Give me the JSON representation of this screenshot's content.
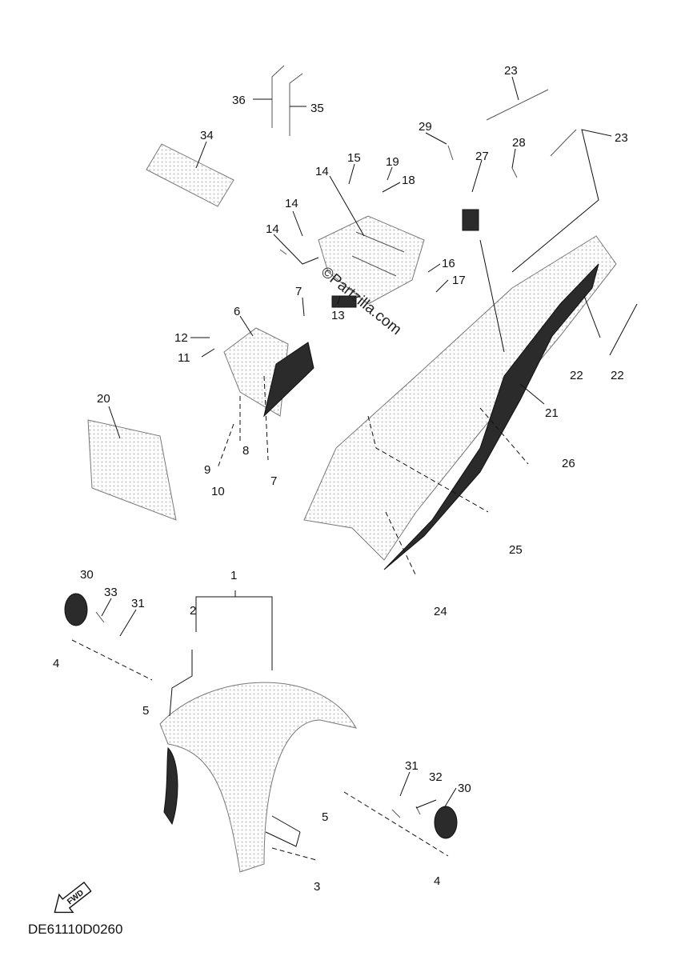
{
  "diagram": {
    "code": "DE61110D0260",
    "watermark": "©Partzilla.com",
    "fwd_label": "FWD",
    "callouts": {
      "c1": "1",
      "c2": "2",
      "c3": "3",
      "c4a": "4",
      "c4b": "4",
      "c5a": "5",
      "c5b": "5",
      "c6": "6",
      "c7a": "7",
      "c7b": "7",
      "c8": "8",
      "c9": "9",
      "c10": "10",
      "c11": "11",
      "c12": "12",
      "c13": "13",
      "c14a": "14",
      "c14b": "14",
      "c14c": "14",
      "c15": "15",
      "c16": "16",
      "c17": "17",
      "c18": "18",
      "c19": "19",
      "c20": "20",
      "c21": "21",
      "c22a": "22",
      "c22b": "22",
      "c23a": "23",
      "c23b": "23",
      "c24": "24",
      "c25": "25",
      "c26": "26",
      "c27": "27",
      "c28": "28",
      "c29": "29",
      "c30a": "30",
      "c30b": "30",
      "c31a": "31",
      "c31b": "31",
      "c32": "32",
      "c33": "33",
      "c34": "34",
      "c35": "35",
      "c36": "36"
    }
  },
  "colors": {
    "ink": "#111111",
    "dark_fill": "#2b2b2b",
    "dot": "#bdbdbd"
  }
}
